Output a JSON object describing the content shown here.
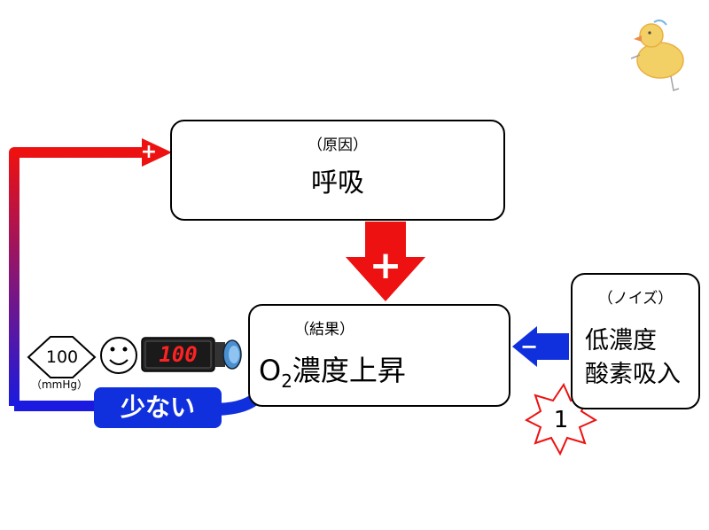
{
  "cause_box": {
    "label": "（原因）",
    "title": "呼吸"
  },
  "result_box": {
    "label": "（結果）",
    "o": "O",
    "sub": "2",
    "rest": "濃度上昇"
  },
  "noise_box": {
    "label": "（ノイズ）",
    "line1": "低濃度",
    "line2": "酸素吸入"
  },
  "feedback": {
    "plus_top": "+",
    "plus_down": "+",
    "minus": "−"
  },
  "indicator": {
    "value": "100",
    "unit": "（mmHg）",
    "display_value": "100",
    "status_label": "少ない"
  },
  "noise_badge": {
    "number": "1"
  },
  "colors": {
    "red": "#ee1111",
    "blue": "#1030dd",
    "gradient_top": "#ee1111",
    "gradient_bottom": "#1a1ae0",
    "display_red": "#ff2222"
  },
  "icons": [
    "duck-doodle",
    "up-outline-arrow-icon",
    "down-red-arrow-icon",
    "left-blue-arrow-icon",
    "smiley-face-icon",
    "digital-display-device-icon",
    "starburst-badge-icon"
  ]
}
